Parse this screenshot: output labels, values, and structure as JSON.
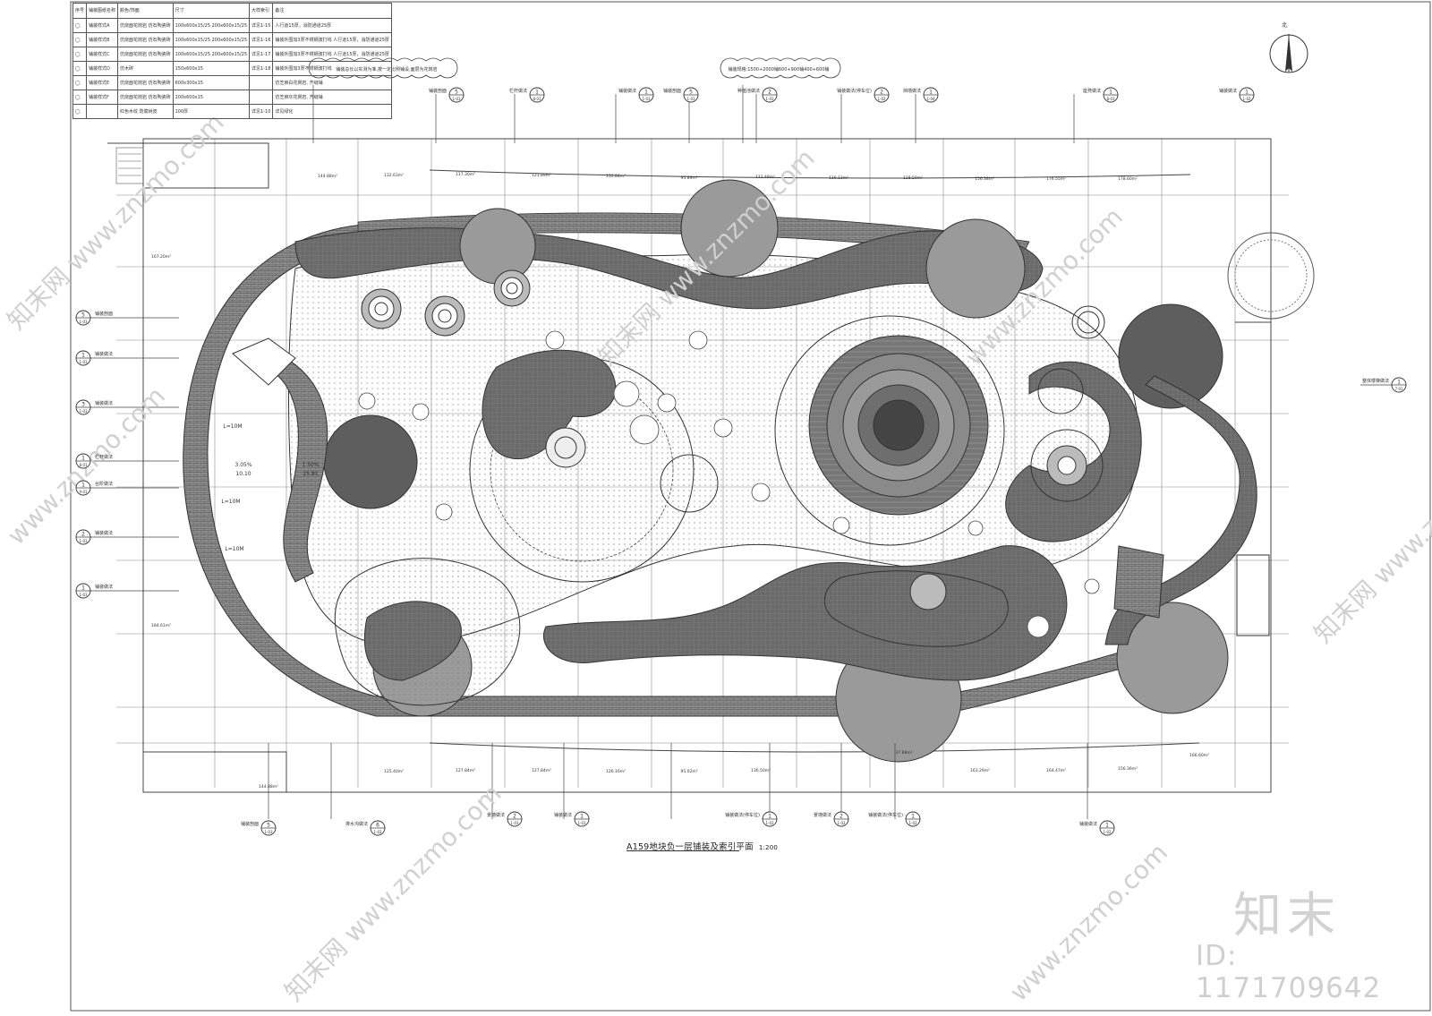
{
  "legend": {
    "headers": [
      "序号",
      "铺装图纸名称",
      "颜色/饰面",
      "尺寸",
      "大样索引",
      "备注"
    ],
    "rows": [
      {
        "name": "铺装样式A",
        "finish": "仿烧面花岗岩 仿石陶瓷砖",
        "size": "100x600x15/25 200x600x15/25",
        "ref": "详见1-15",
        "note": "人行道15厚，消防通道25厚"
      },
      {
        "name": "铺装样式B",
        "finish": "仿烧面花岗岩 仿石陶瓷砖",
        "size": "100x600x15/25 200x600x15/25",
        "ref": "详见1-16",
        "note": "铺装外围加3厚不锈钢波打线 人行道15厚，消防通道25厚"
      },
      {
        "name": "铺装样式C",
        "finish": "仿烧面花岗岩 仿石陶瓷砖",
        "size": "100x600x15/25 200x600x15/25",
        "ref": "详见1-17",
        "note": "铺装外围加3厚不锈钢波打线 人行道15厚，消防通道25厚"
      },
      {
        "name": "铺装样式D",
        "finish": "仿木砖",
        "size": "150x600x15",
        "ref": "详见1-18",
        "note": "铺装外围加3厚不锈钢波打线"
      },
      {
        "name": "铺装样式E",
        "finish": "仿烧面花岗岩 仿石陶瓷砖",
        "size": "600x300x15",
        "ref": "",
        "note": "仿芝麻白花岗岩, 齐缝铺"
      },
      {
        "name": "铺装样式F",
        "finish": "仿烧面花岗岩 仿石陶瓷砖",
        "size": "200x600x15",
        "ref": "",
        "note": "仿芝麻灰花岗岩, 齐缝铺"
      },
      {
        "name": "",
        "finish": "红色木纹 防腐树皮",
        "size": "100厚",
        "ref": "详见1-10",
        "note": "详见绿化"
      }
    ]
  },
  "title": {
    "text": "A159地块负一层铺装及索引平面",
    "scale": "1:200"
  },
  "watermark": {
    "logo": "知末",
    "id": "ID: 1171709642",
    "site": "www.znzmo.com",
    "brand": "知末网"
  },
  "north": {
    "label": "北"
  },
  "index_callouts": [
    {
      "num": "5",
      "sheet": "1-03",
      "label": "铺装剖面"
    },
    {
      "num": "1",
      "sheet": "8-01",
      "label": "栏杆做法"
    },
    {
      "num": "1",
      "sheet": "1-03",
      "label": "铺装做法"
    },
    {
      "num": "5",
      "sheet": "1-03",
      "label": "铺装剖面"
    },
    {
      "num": "2",
      "sheet": "1-03",
      "label": "种植池做法"
    },
    {
      "num": "2",
      "sheet": "1-02",
      "label": "铺装做法(停车位)"
    },
    {
      "num": "1",
      "sheet": "1-04",
      "label": "挡墙做法"
    },
    {
      "num": "1",
      "sheet": "8-03",
      "label": "座凳做法"
    },
    {
      "num": "1",
      "sheet": "1-02",
      "label": "铺装做法"
    }
  ],
  "bottom_callouts": [
    {
      "num": "5",
      "sheet": "1-03",
      "label": "铺装剖面"
    },
    {
      "num": "6",
      "sheet": "1-02",
      "label": "排水沟做法"
    },
    {
      "num": "1",
      "sheet": "1-03",
      "label": "铺装做法"
    },
    {
      "num": "2",
      "sheet": "1-03",
      "label": "景墙做法"
    },
    {
      "num": "1",
      "sheet": "1-02",
      "label": "铺装做法(停车位)"
    },
    {
      "num": "2",
      "sheet": "1-02",
      "label": "景墙做法"
    },
    {
      "num": "1",
      "sheet": "1-02",
      "label": "铺装做法(停车位)"
    },
    {
      "num": "1",
      "sheet": "1-02",
      "label": "铺装做法"
    }
  ],
  "left_callouts": [
    {
      "num": "5",
      "sheet": "1-03",
      "label": "铺装剖面"
    },
    {
      "num": "1",
      "sheet": "1-03",
      "label": "铺装做法"
    },
    {
      "num": "3",
      "sheet": "1-03",
      "label": "铺装做法"
    },
    {
      "num": "1",
      "sheet": "8-01",
      "label": "栏杆做法"
    },
    {
      "num": "1",
      "sheet": "9-01",
      "label": "台阶做法"
    },
    {
      "num": "2",
      "sheet": "1-03",
      "label": "铺装做法"
    },
    {
      "num": "1",
      "sheet": "1-03",
      "label": "铺装做法"
    }
  ],
  "right_callout": {
    "num": "1",
    "sheet": "7-01",
    "label": "整体楼梯做法"
  },
  "cloud_notes": [
    "铺装总长以实测为准,按一定比例铺设,面层为花岗岩",
    "铺装规格:1500+2000铺600+900铺400+600铺"
  ],
  "dimensions": [
    "3.05%",
    "10.10",
    "1.50%",
    "25.81",
    "L=10M",
    "L=10M",
    "L=10M"
  ],
  "areas": [
    "144.88m²",
    "132.63m²",
    "117.30m²",
    "121.89m²",
    "135.84m²",
    "95.89m²",
    "112.48m²",
    "116.13m²",
    "128.59m²",
    "156.38m²",
    "176.55m²",
    "178.60m²",
    "167.20m²",
    "184.61m²",
    "125.40m²",
    "127.84m²",
    "127.84m²",
    "126.16m²",
    "95.02m²",
    "136.50m²",
    "37.88m²",
    "163.29m²",
    "164.47m²",
    "156.36m²",
    "144.88m²",
    "166.60m²"
  ],
  "colors": {
    "ink": "#3a3a3a",
    "dark_fill": "#5a5a5a",
    "hatch_fill": "#6b6b6b",
    "light_fill": "#bdbdbd",
    "watermark": "#cccccc"
  }
}
